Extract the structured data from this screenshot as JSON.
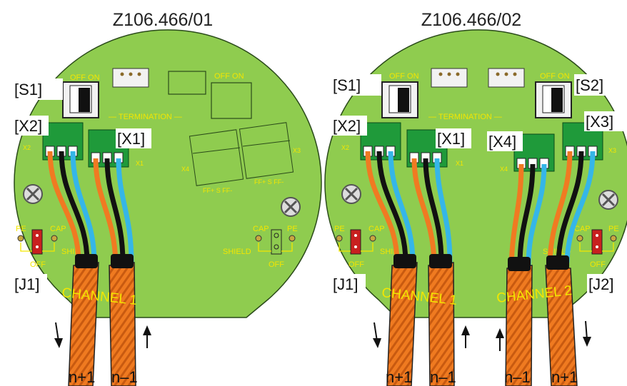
{
  "diagrams": [
    {
      "title": "Z106.466/01",
      "labels": {
        "s1": "[S1]",
        "x2": "[X2]",
        "x1": "[X1]",
        "j1": "[J1]",
        "off_on_s1": "OFF ON",
        "off_on_s2": "OFF ON",
        "termination": "— TERMINATION —",
        "pin_x2": "X2",
        "pin_x1": "X1",
        "pin_x4": "X4",
        "pin_x3": "X3",
        "x4_pins": "FF+  S   FF-",
        "x3_pins": "FF+  S   FF-",
        "pe_left": "PE",
        "cap_left": "CAP",
        "ship": "SHIP",
        "off_left": "OFF",
        "cap_right": "CAP",
        "pe_right": "PE",
        "shield": "SHIELD",
        "off_right": "OFF",
        "channel": "CHANNEL 1"
      },
      "cables": [
        "n+1",
        "n–1"
      ]
    },
    {
      "title": "Z106.466/02",
      "labels": {
        "s1": "[S1]",
        "s2": "[S2]",
        "x2": "[X2]",
        "x1": "[X1]",
        "x4": "[X4]",
        "x3": "[X3]",
        "j1": "[J1]",
        "j2": "[J2]",
        "off_on_s1": "OFF ON",
        "off_on_s2": "OFF ON",
        "termination": "— TERMINATION —",
        "pin_x2": "X2",
        "pin_x1": "X1",
        "pin_x4": "X4",
        "pin_x3": "X3",
        "pe_left": "PE",
        "cap_left": "CAP",
        "ship": "SHIP",
        "off_left": "OFF",
        "cap_right": "CAP",
        "pe_right": "PE",
        "shield": "SHIELD",
        "off_right": "OFF",
        "channel1": "CHANNEL 1",
        "channel2": "CHANNEL 2"
      },
      "cables": [
        "n+1",
        "n–1",
        "n–1",
        "n+1"
      ]
    }
  ],
  "colors": {
    "board": "#8fcc4f",
    "terminal": "#1f9a3a",
    "wire_orange": "#f07a22",
    "wire_black": "#111111",
    "wire_blue": "#35b6e8",
    "silkscreen": "#f3e600",
    "jumper": "#c8201f"
  }
}
